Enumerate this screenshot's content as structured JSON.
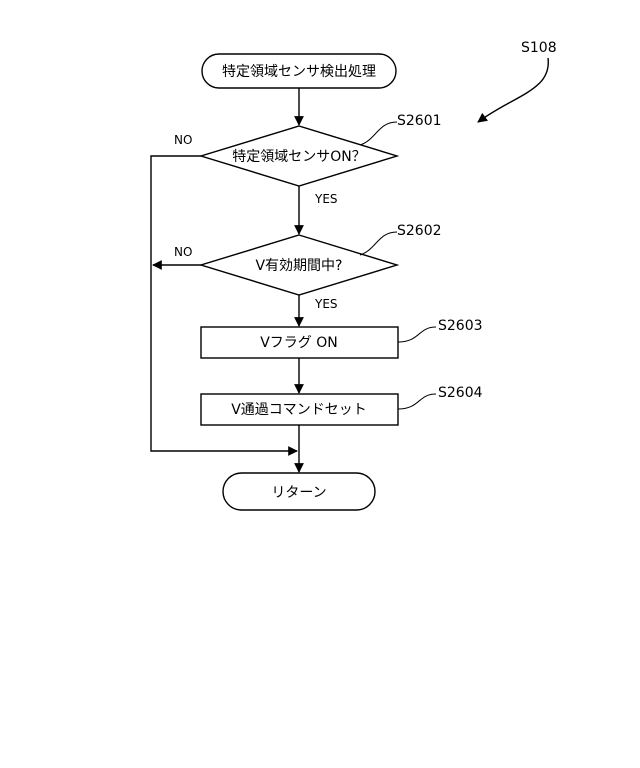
{
  "diagram": {
    "ref_main": "S108",
    "start": {
      "label": "特定領域センサ検出処理"
    },
    "decision1": {
      "label": "特定領域センサON？",
      "ref": "S2601",
      "no_label": "NO",
      "yes_label": "YES"
    },
    "decision2": {
      "label": "V有効期間中?",
      "ref": "S2602",
      "no_label": "NO",
      "yes_label": "YES"
    },
    "process1": {
      "label": "Vフラグ ON",
      "ref": "S2603"
    },
    "process2": {
      "label": "V通過コマンドセット",
      "ref": "S2604"
    },
    "end": {
      "label": "リターン"
    }
  }
}
